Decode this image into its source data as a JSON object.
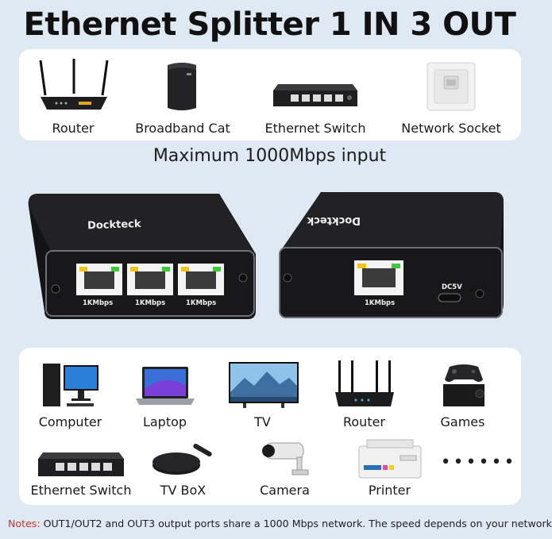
{
  "title": "Ethernet Splitter 1 IN 3 OUT",
  "sources": [
    {
      "label": "Router",
      "icon": "router-icon"
    },
    {
      "label": "Broadband Cat",
      "icon": "broadband-cat-icon"
    },
    {
      "label": "Ethernet Switch",
      "icon": "ethernet-switch-icon"
    },
    {
      "label": "Network Socket",
      "icon": "network-socket-icon"
    }
  ],
  "subtitle": "Maximum 1000Mbps input",
  "device": {
    "brand": "Dockteck",
    "out_ports": [
      "1KMbps",
      "1KMbps",
      "1KMbps"
    ],
    "in_port": "1KMbps",
    "power_label": "DC5V"
  },
  "devices": [
    {
      "label": "Computer",
      "icon": "computer-icon"
    },
    {
      "label": "Laptop",
      "icon": "laptop-icon"
    },
    {
      "label": "TV",
      "icon": "tv-icon"
    },
    {
      "label": "Router",
      "icon": "router-icon"
    },
    {
      "label": "Games",
      "icon": "game-console-icon"
    },
    {
      "label": "Ethernet Switch",
      "icon": "ethernet-switch-icon"
    },
    {
      "label": "TV BoX",
      "icon": "tv-box-icon"
    },
    {
      "label": "Camera",
      "icon": "security-camera-icon"
    },
    {
      "label": "Printer",
      "icon": "printer-icon"
    },
    {
      "label": "••••••",
      "icon": "more-icon"
    }
  ],
  "notes": {
    "label": "Notes:",
    "text": "OUT1/OUT2 and OUT3 output ports share a 1000 Mbps network. The speed depends on your network"
  },
  "colors": {
    "background": "#dfe9f3",
    "panel": "#ffffff",
    "device_body": "#1b1b1d",
    "led_yellow": "#f2c318",
    "led_green": "#3ec93a",
    "notes_label": "#d0302a"
  }
}
